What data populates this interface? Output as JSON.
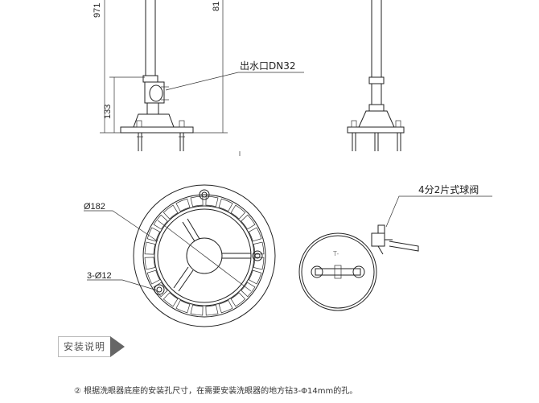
{
  "labels": {
    "dim_971": "971",
    "dim_81": "81",
    "dim_133": "133",
    "outlet": "出水口DN32",
    "diameter_182": "Ø182",
    "holes": "3-Ø12",
    "ball_valve": "4分2片式球阀"
  },
  "section": {
    "title": "安装说明"
  },
  "notes": [
    "② 根据洗眼器底座的安装孔尺寸，在需要安装洗眼器的地方钻3-Φ14mm的孔。"
  ]
}
